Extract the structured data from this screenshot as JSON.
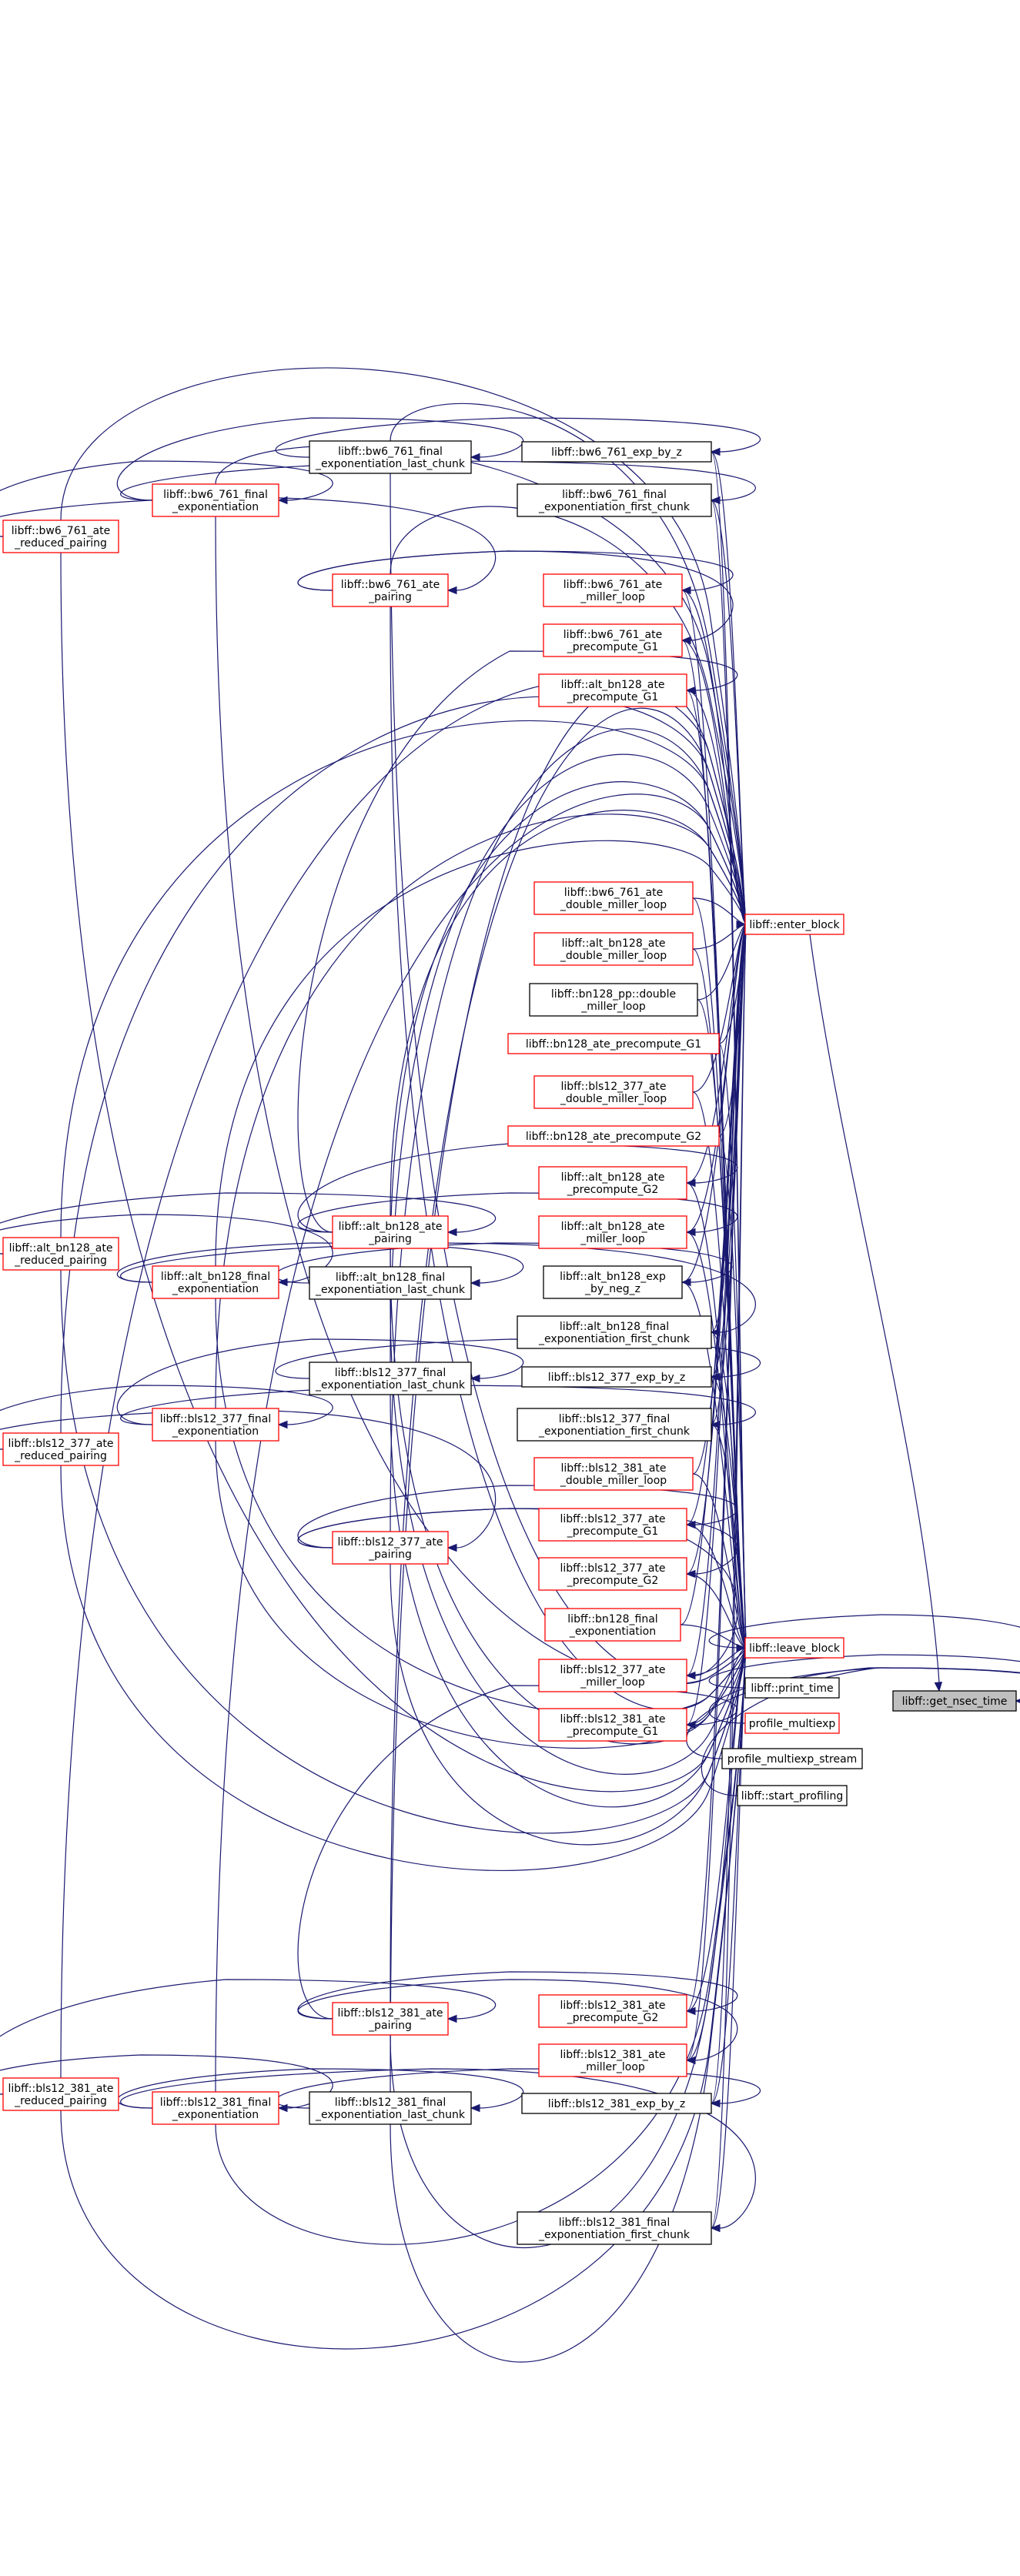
{
  "title": "",
  "edge_color": "#191970",
  "nodes": {
    "target": {
      "lines": [
        "libff::get_nsec_time"
      ],
      "style": "target"
    },
    "leave_block": {
      "lines": [
        "libff::leave_block"
      ],
      "style": "red"
    },
    "enter_block": {
      "lines": [
        "libff::enter_block"
      ],
      "style": "red"
    },
    "print_time": {
      "lines": [
        "libff::print_time"
      ],
      "style": "black"
    },
    "profile_multiexp": {
      "lines": [
        "profile_multiexp"
      ],
      "style": "red"
    },
    "profile_multiexp_stream": {
      "lines": [
        "profile_multiexp_stream"
      ],
      "style": "black"
    },
    "start_profiling": {
      "lines": [
        "libff::start_profiling"
      ],
      "style": "black"
    },
    "bw6_exp_by_z": {
      "lines": [
        "libff::bw6_761_exp_by_z"
      ],
      "style": "black"
    },
    "bw6_final_first": {
      "lines": [
        "libff::bw6_761_final",
        "_exponentiation_first_chunk"
      ],
      "style": "black"
    },
    "bw6_miller": {
      "lines": [
        "libff::bw6_761_ate",
        "_miller_loop"
      ],
      "style": "red"
    },
    "bw6_precompute_g1": {
      "lines": [
        "libff::bw6_761_ate",
        "_precompute_G1"
      ],
      "style": "red"
    },
    "altbn_precompute_g1": {
      "lines": [
        "libff::alt_bn128_ate",
        "_precompute_G1"
      ],
      "style": "red"
    },
    "bw6_double_miller": {
      "lines": [
        "libff::bw6_761_ate",
        "_double_miller_loop"
      ],
      "style": "red"
    },
    "altbn_double_miller": {
      "lines": [
        "libff::alt_bn128_ate",
        "_double_miller_loop"
      ],
      "style": "red"
    },
    "bn128_double_miller": {
      "lines": [
        "libff::bn128_pp::double",
        "_miller_loop"
      ],
      "style": "black"
    },
    "bn128_precompute_g1": {
      "lines": [
        "libff::bn128_ate_precompute_G1"
      ],
      "style": "red"
    },
    "bls377_double_miller": {
      "lines": [
        "libff::bls12_377_ate",
        "_double_miller_loop"
      ],
      "style": "red"
    },
    "bn128_precompute_g2": {
      "lines": [
        "libff::bn128_ate_precompute_G2"
      ],
      "style": "red"
    },
    "altbn_precompute_g2": {
      "lines": [
        "libff::alt_bn128_ate",
        "_precompute_G2"
      ],
      "style": "red"
    },
    "altbn_miller": {
      "lines": [
        "libff::alt_bn128_ate",
        "_miller_loop"
      ],
      "style": "red"
    },
    "altbn_exp_neg_z": {
      "lines": [
        "libff::alt_bn128_exp",
        "_by_neg_z"
      ],
      "style": "black"
    },
    "altbn_final_first": {
      "lines": [
        "libff::alt_bn128_final",
        "_exponentiation_first_chunk"
      ],
      "style": "black"
    },
    "bls377_exp_by_z": {
      "lines": [
        "libff::bls12_377_exp_by_z"
      ],
      "style": "black"
    },
    "bls377_final_first": {
      "lines": [
        "libff::bls12_377_final",
        "_exponentiation_first_chunk"
      ],
      "style": "black"
    },
    "bls381_double_miller": {
      "lines": [
        "libff::bls12_381_ate",
        "_double_miller_loop"
      ],
      "style": "red"
    },
    "bls377_precompute_g1": {
      "lines": [
        "libff::bls12_377_ate",
        "_precompute_G1"
      ],
      "style": "red"
    },
    "bls377_precompute_g2": {
      "lines": [
        "libff::bls12_377_ate",
        "_precompute_G2"
      ],
      "style": "red"
    },
    "bn128_final_exp": {
      "lines": [
        "libff::bn128_final",
        "_exponentiation"
      ],
      "style": "red"
    },
    "bls377_miller": {
      "lines": [
        "libff::bls12_377_ate",
        "_miller_loop"
      ],
      "style": "red"
    },
    "bls381_precompute_g1": {
      "lines": [
        "libff::bls12_381_ate",
        "_precompute_G1"
      ],
      "style": "red"
    },
    "bls381_precompute_g2": {
      "lines": [
        "libff::bls12_381_ate",
        "_precompute_G2"
      ],
      "style": "red"
    },
    "bls381_miller": {
      "lines": [
        "libff::bls12_381_ate",
        "_miller_loop"
      ],
      "style": "red"
    },
    "bls381_exp_by_z": {
      "lines": [
        "libff::bls12_381_exp_by_z"
      ],
      "style": "black"
    },
    "bls381_final_first": {
      "lines": [
        "libff::bls12_381_final",
        "_exponentiation_first_chunk"
      ],
      "style": "black"
    },
    "bw6_final_last": {
      "lines": [
        "libff::bw6_761_final",
        "_exponentiation_last_chunk"
      ],
      "style": "black"
    },
    "bw6_pairing": {
      "lines": [
        "libff::bw6_761_ate",
        "_pairing"
      ],
      "style": "red"
    },
    "altbn_pairing": {
      "lines": [
        "libff::alt_bn128_ate",
        "_pairing"
      ],
      "style": "red"
    },
    "altbn_final_last": {
      "lines": [
        "libff::alt_bn128_final",
        "_exponentiation_last_chunk"
      ],
      "style": "black"
    },
    "bls377_final_last": {
      "lines": [
        "libff::bls12_377_final",
        "_exponentiation_last_chunk"
      ],
      "style": "black"
    },
    "bls377_pairing": {
      "lines": [
        "libff::bls12_377_ate",
        "_pairing"
      ],
      "style": "red"
    },
    "bls381_pairing": {
      "lines": [
        "libff::bls12_381_ate",
        "_pairing"
      ],
      "style": "red"
    },
    "bls381_final_last": {
      "lines": [
        "libff::bls12_381_final",
        "_exponentiation_last_chunk"
      ],
      "style": "black"
    },
    "bw6_final_exp": {
      "lines": [
        "libff::bw6_761_final",
        "_exponentiation"
      ],
      "style": "red"
    },
    "altbn_final_exp": {
      "lines": [
        "libff::alt_bn128_final",
        "_exponentiation"
      ],
      "style": "red"
    },
    "bls377_final_exp": {
      "lines": [
        "libff::bls12_377_final",
        "_exponentiation"
      ],
      "style": "red"
    },
    "bls381_final_exp": {
      "lines": [
        "libff::bls12_381_final",
        "_exponentiation"
      ],
      "style": "red"
    },
    "bw6_reduced": {
      "lines": [
        "libff::bw6_761_ate",
        "_reduced_pairing"
      ],
      "style": "red"
    },
    "altbn_reduced": {
      "lines": [
        "libff::alt_bn128_ate",
        "_reduced_pairing"
      ],
      "style": "red"
    },
    "bls377_reduced": {
      "lines": [
        "libff::bls12_377_ate",
        "_reduced_pairing"
      ],
      "style": "red"
    },
    "bls381_reduced": {
      "lines": [
        "libff::bls12_381_ate",
        "_reduced_pairing"
      ],
      "style": "red"
    }
  }
}
